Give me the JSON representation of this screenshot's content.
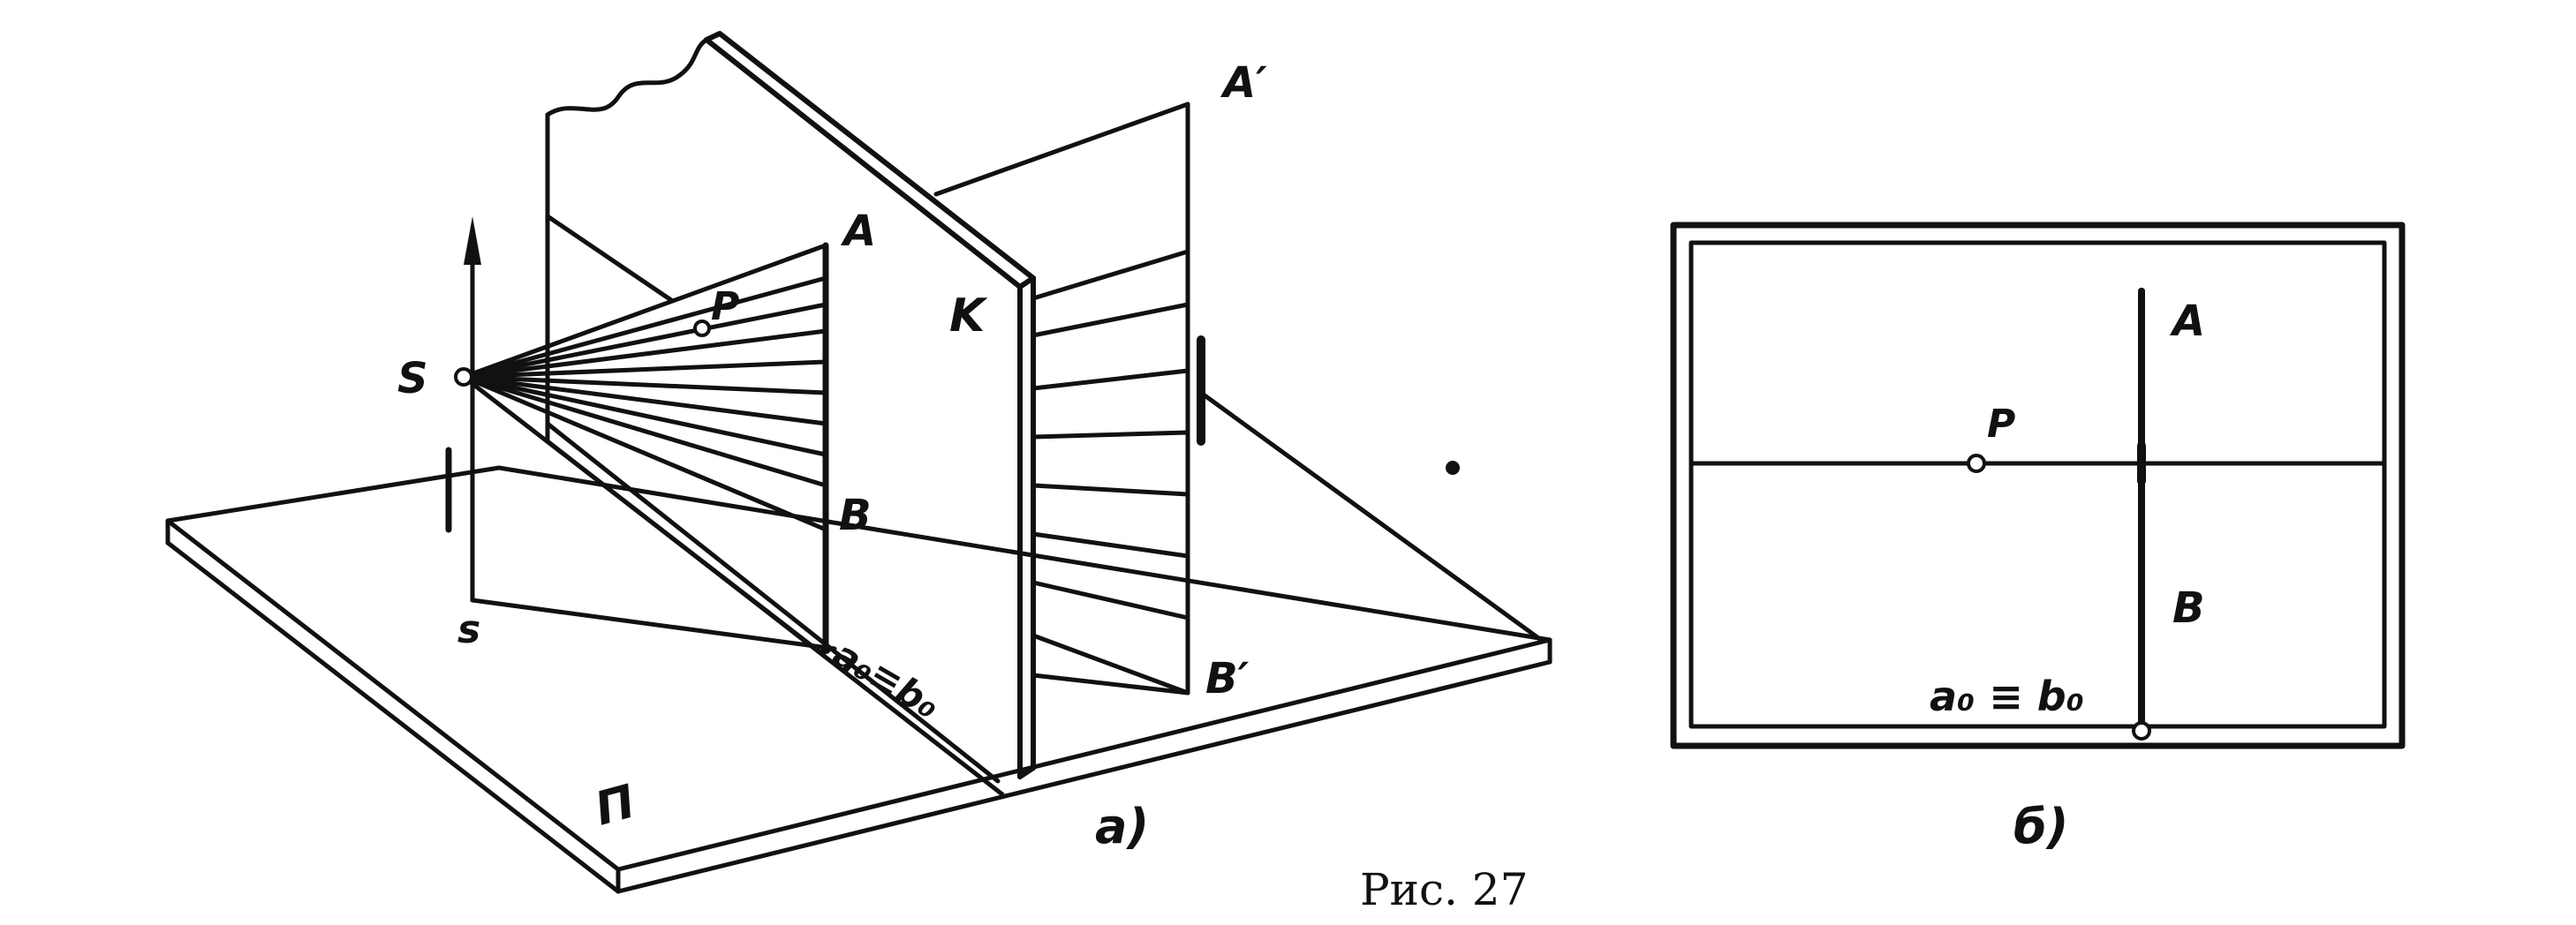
{
  "figure": {
    "caption": "Рис. 27",
    "panel_a": {
      "caption": "a)",
      "labels": {
        "S": "S",
        "s": "s",
        "P": "P",
        "A": "A",
        "B": "B",
        "K": "K",
        "A_prime": "A′",
        "B_prime": "B′",
        "a0b0": "a₀≡b₀",
        "Pi": "П"
      }
    },
    "panel_b": {
      "caption": "б)",
      "labels": {
        "A": "A",
        "B": "B",
        "P": "P",
        "a0b0": "a₀ ≡ b₀"
      }
    }
  }
}
